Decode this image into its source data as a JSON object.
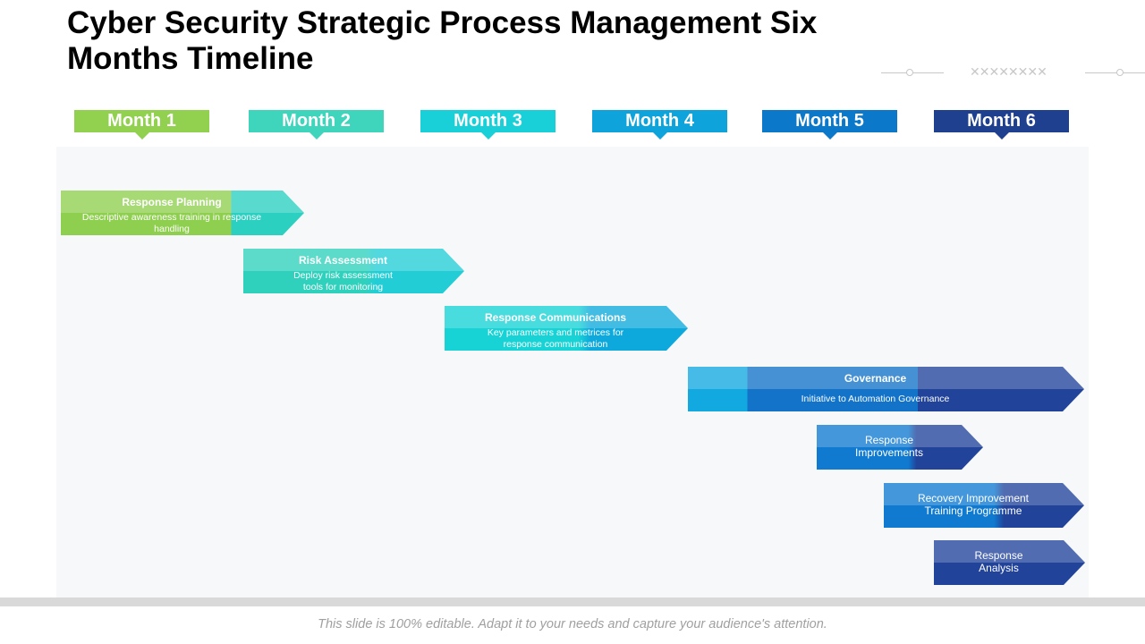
{
  "title": "Cyber Security Strategic Process Management Six Months Timeline",
  "months": [
    {
      "label": "Month 1",
      "color": "#92d050"
    },
    {
      "label": "Month 2",
      "color": "#3fd4bc"
    },
    {
      "label": "Month 3",
      "color": "#1ad0d8"
    },
    {
      "label": "Month 4",
      "color": "#0ea4db"
    },
    {
      "label": "Month 5",
      "color": "#0b78c9"
    },
    {
      "label": "Month 6",
      "color": "#1f3f8f"
    }
  ],
  "tasks": [
    {
      "title": "Response Planning",
      "desc": "Descriptive awareness training in response handling",
      "gradient": [
        "#8fcf4f",
        "#8fcf4f",
        "#2bd0c0"
      ]
    },
    {
      "title": "Risk Assessment",
      "desc": "Deploy risk assessment tools for monitoring",
      "gradient": [
        "#30d1bc",
        "#22cdd5"
      ]
    },
    {
      "title": "Response Communications",
      "desc": "Key parameters and metrices for response communication",
      "gradient": [
        "#17d3d6",
        "#0ea9dc"
      ]
    },
    {
      "title": "Governance",
      "desc": "Initiative to Automation Governance",
      "gradient": [
        "#12a8e0",
        "#1273c8",
        "#21439a"
      ]
    },
    {
      "label": "Response Improvements",
      "gradient": [
        "#0f7ad0",
        "#21439a"
      ]
    },
    {
      "label": "Recovery Improvement Training Programme",
      "gradient": [
        "#0f7ad0",
        "#21439a"
      ]
    },
    {
      "label": "Response Analysis",
      "gradient": [
        "#21439a",
        "#21439a"
      ]
    }
  ],
  "footer": "This slide is 100% editable. Adapt it to your needs and capture your audience's attention."
}
